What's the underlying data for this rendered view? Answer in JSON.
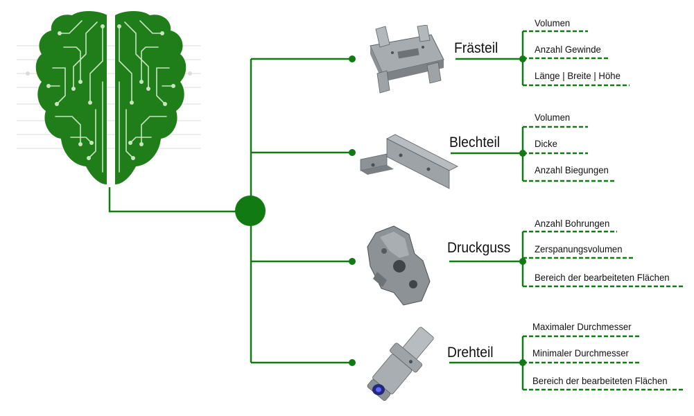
{
  "colors": {
    "line": "#127a12",
    "brain": "#1f7d1a",
    "brain_trace": "#c7e6c0",
    "part_metal": "#9a9fa3",
    "part_dark": "#5c6166"
  },
  "brain_icon": "circuit-brain-icon",
  "categories": [
    {
      "id": "fraesteil",
      "label": "Frästeil",
      "icon": "milled-part-icon",
      "features": [
        "Volumen",
        "Anzahl Gewinde",
        "Länge | Breite | Höhe"
      ]
    },
    {
      "id": "blechteil",
      "label": "Blechteil",
      "icon": "sheet-metal-part-icon",
      "features": [
        "Volumen",
        "Dicke",
        "Anzahl Biegungen"
      ]
    },
    {
      "id": "druckguss",
      "label": "Druckguss",
      "icon": "die-cast-part-icon",
      "features": [
        "Anzahl Bohrungen",
        "Zerspanungsvolumen",
        "Bereich der bearbeiteten Flächen"
      ]
    },
    {
      "id": "drehteil",
      "label": "Drehteil",
      "icon": "turned-part-icon",
      "features": [
        "Maximaler Durchmesser",
        "Minimaler Durchmesser",
        "Bereich der bearbeiteten Flächen"
      ]
    }
  ]
}
